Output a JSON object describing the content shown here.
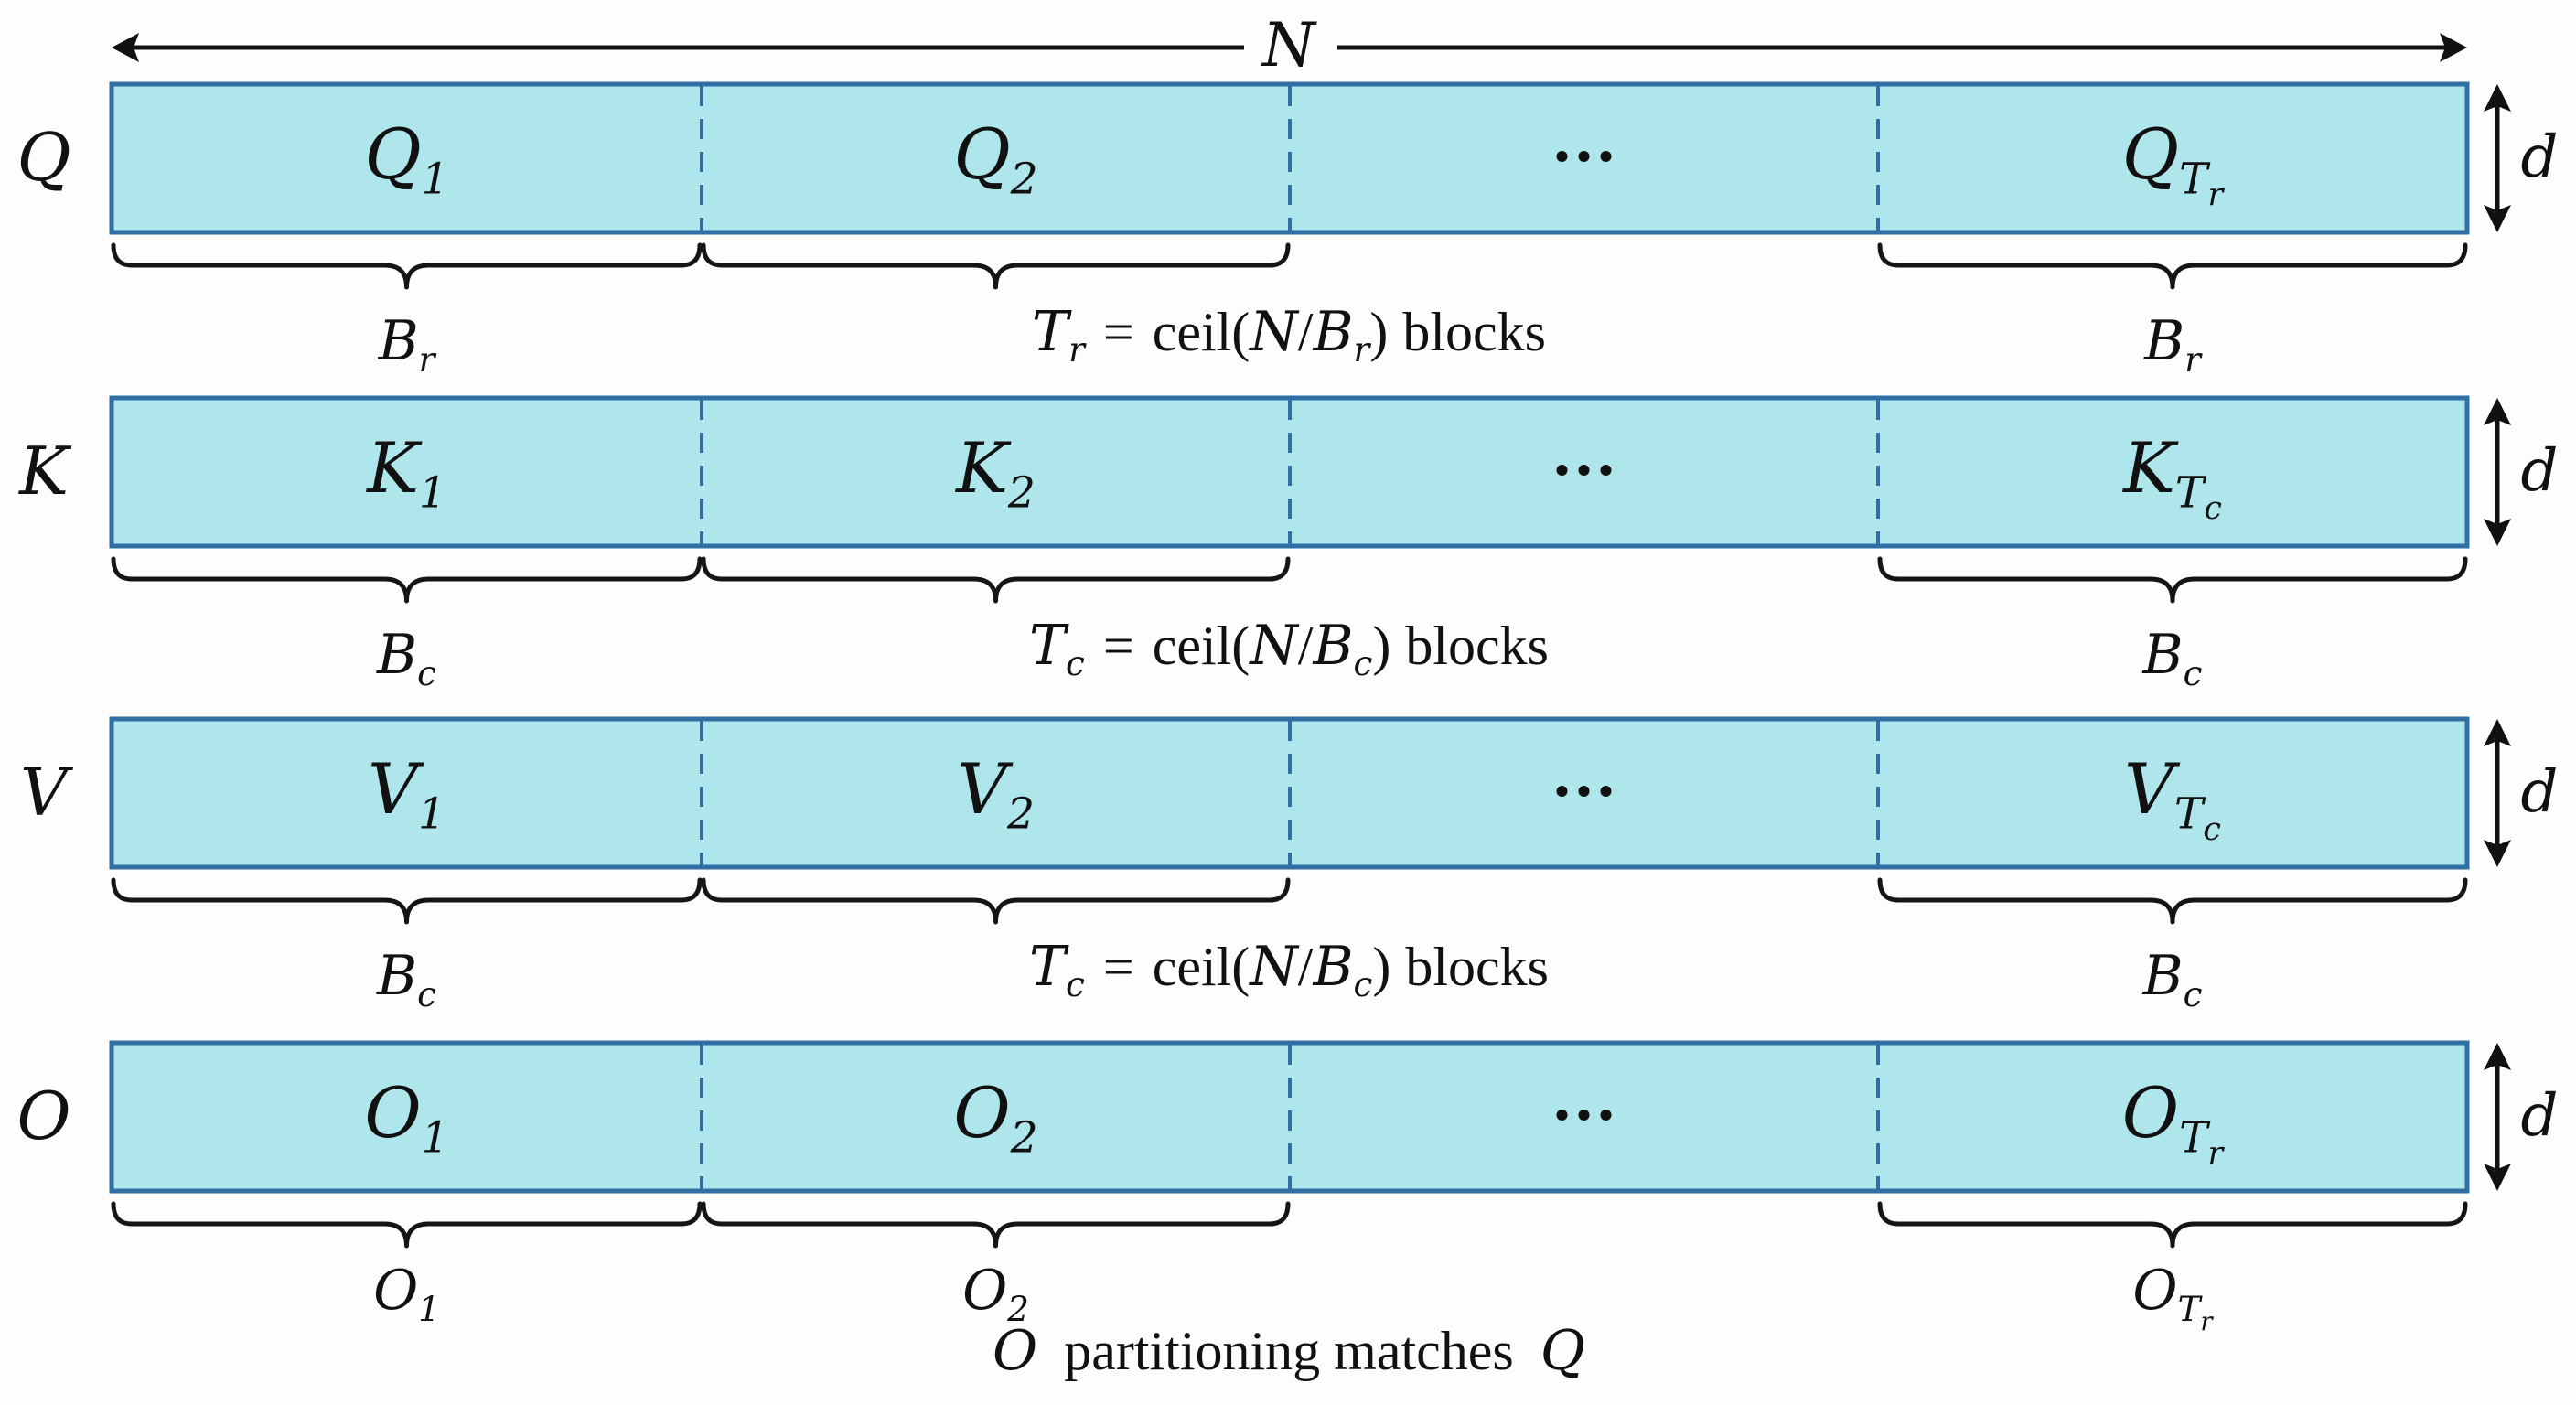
{
  "title": "Block partitioning of Q, K, V, O along sequence length N",
  "top_dimension": {
    "label": "N"
  },
  "side_dimension": {
    "label": "d"
  },
  "ellipsis": "…",
  "rows": [
    {
      "id": "q",
      "matrix_label": "Q",
      "blocks": [
        {
          "base": "Q",
          "sub": "1",
          "subsub": ""
        },
        {
          "base": "Q",
          "sub": "2",
          "subsub": ""
        },
        {
          "base": "…",
          "sub": "",
          "subsub": ""
        },
        {
          "base": "Q",
          "sub": "T",
          "subsub": "r"
        }
      ],
      "brace_labels": [
        {
          "base": "B",
          "sub": "r",
          "subsub": ""
        },
        null,
        null,
        {
          "base": "B",
          "sub": "r",
          "subsub": ""
        }
      ],
      "braced_blocks": [
        0,
        1,
        3
      ],
      "formula": {
        "lhs_base": "T",
        "lhs_sub": "r",
        "eq": "=",
        "func": "ceil(",
        "num": "N",
        "slash": "/",
        "den_base": "B",
        "den_sub": "r",
        "close": ")",
        "suffix": "blocks"
      }
    },
    {
      "id": "k",
      "matrix_label": "K",
      "blocks": [
        {
          "base": "K",
          "sub": "1",
          "subsub": ""
        },
        {
          "base": "K",
          "sub": "2",
          "subsub": ""
        },
        {
          "base": "…",
          "sub": "",
          "subsub": ""
        },
        {
          "base": "K",
          "sub": "T",
          "subsub": "c"
        }
      ],
      "brace_labels": [
        {
          "base": "B",
          "sub": "c",
          "subsub": ""
        },
        null,
        null,
        {
          "base": "B",
          "sub": "c",
          "subsub": ""
        }
      ],
      "braced_blocks": [
        0,
        1,
        3
      ],
      "formula": {
        "lhs_base": "T",
        "lhs_sub": "c",
        "eq": "=",
        "func": "ceil(",
        "num": "N",
        "slash": "/",
        "den_base": "B",
        "den_sub": "c",
        "close": ")",
        "suffix": "blocks"
      }
    },
    {
      "id": "v",
      "matrix_label": "V",
      "blocks": [
        {
          "base": "V",
          "sub": "1",
          "subsub": ""
        },
        {
          "base": "V",
          "sub": "2",
          "subsub": ""
        },
        {
          "base": "…",
          "sub": "",
          "subsub": ""
        },
        {
          "base": "V",
          "sub": "T",
          "subsub": "c"
        }
      ],
      "brace_labels": [
        {
          "base": "B",
          "sub": "c",
          "subsub": ""
        },
        null,
        null,
        {
          "base": "B",
          "sub": "c",
          "subsub": ""
        }
      ],
      "braced_blocks": [
        0,
        1,
        3
      ],
      "formula": {
        "lhs_base": "T",
        "lhs_sub": "c",
        "eq": "=",
        "func": "ceil(",
        "num": "N",
        "slash": "/",
        "den_base": "B",
        "den_sub": "c",
        "close": ")",
        "suffix": "blocks"
      }
    },
    {
      "id": "o",
      "matrix_label": "O",
      "blocks": [
        {
          "base": "O",
          "sub": "1",
          "subsub": ""
        },
        {
          "base": "O",
          "sub": "2",
          "subsub": ""
        },
        {
          "base": "…",
          "sub": "",
          "subsub": ""
        },
        {
          "base": "O",
          "sub": "T",
          "subsub": "r"
        }
      ],
      "brace_labels": [
        {
          "base": "O",
          "sub": "1",
          "subsub": ""
        },
        {
          "base": "O",
          "sub": "2",
          "subsub": ""
        },
        null,
        {
          "base": "O",
          "sub": "T",
          "subsub": "r"
        }
      ],
      "braced_blocks": [
        0,
        1,
        3
      ],
      "formula": null
    }
  ],
  "footer_note": {
    "lead_math": "O",
    "text": "partitioning matches",
    "trail_math": "Q"
  },
  "colors": {
    "block_fill": "#aee6ec",
    "block_border": "#2f6fa3",
    "ink": "#111111",
    "background": "#fdfdfc"
  }
}
